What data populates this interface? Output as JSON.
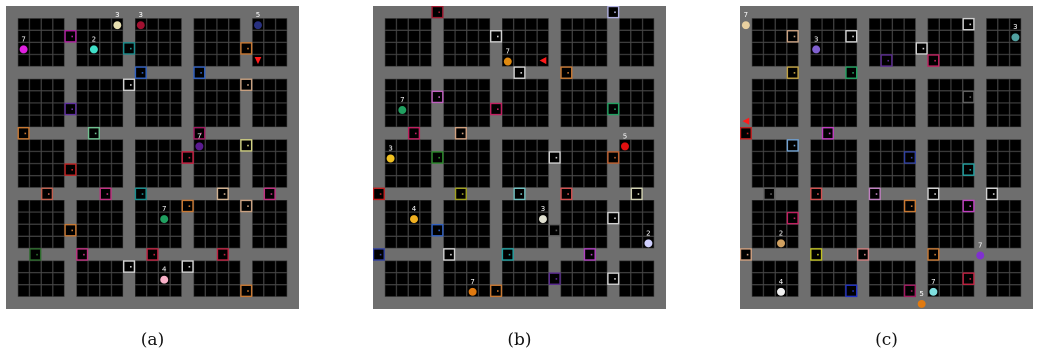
{
  "colors": {
    "wall": "#6e6e6e",
    "floor": "#000000",
    "grid": "#2f2f2f",
    "agent": "#ff1a1a",
    "label_bg": "#3c3c3c",
    "label_text": "#ffffff"
  },
  "panels": [
    {
      "caption": "(a)",
      "agent": {
        "c": 21,
        "r": 4,
        "dir": "down"
      },
      "doors": [
        {
          "c": 5,
          "r": 2,
          "color": "#b01fa0",
          "icon": "door-icon"
        },
        {
          "c": 10,
          "r": 3,
          "color": "#1a8c8c",
          "icon": "door-icon"
        },
        {
          "c": 11,
          "r": 5,
          "color": "#3060c0",
          "icon": "door-icon"
        },
        {
          "c": 20,
          "r": 3,
          "color": "#c87832",
          "icon": "door-icon"
        },
        {
          "c": 16,
          "r": 5,
          "color": "#3060c0",
          "icon": "door-icon"
        },
        {
          "c": 10,
          "r": 6,
          "color": "#d0d0d0",
          "icon": "door-icon"
        },
        {
          "c": 20,
          "r": 6,
          "color": "#c8a080",
          "icon": "door-icon"
        },
        {
          "c": 5,
          "r": 8,
          "color": "#6030a0",
          "icon": "door-icon"
        },
        {
          "c": 1,
          "r": 10,
          "color": "#c87832",
          "icon": "door-icon"
        },
        {
          "c": 7,
          "r": 10,
          "color": "#70c090",
          "icon": "door-icon"
        },
        {
          "c": 15,
          "r": 12,
          "color": "#c02040",
          "icon": "door-icon"
        },
        {
          "c": 20,
          "r": 11,
          "color": "#d0d080",
          "icon": "door-icon"
        },
        {
          "c": 5,
          "r": 13,
          "color": "#c02020",
          "icon": "door-icon"
        },
        {
          "c": 3,
          "r": 15,
          "color": "#c06050",
          "icon": "door-icon"
        },
        {
          "c": 8,
          "r": 15,
          "color": "#c03080",
          "icon": "door-icon"
        },
        {
          "c": 11,
          "r": 15,
          "color": "#1a8c8c",
          "icon": "door-icon"
        },
        {
          "c": 18,
          "r": 15,
          "color": "#d0b090",
          "icon": "door-icon"
        },
        {
          "c": 22,
          "r": 15,
          "color": "#c03080",
          "icon": "door-icon"
        },
        {
          "c": 15,
          "r": 16,
          "color": "#c87832",
          "icon": "door-icon"
        },
        {
          "c": 20,
          "r": 16,
          "color": "#c8a080",
          "icon": "door-icon"
        },
        {
          "c": 5,
          "r": 18,
          "color": "#c87832",
          "icon": "door-icon"
        },
        {
          "c": 2,
          "r": 20,
          "color": "#2a6a2a",
          "icon": "door-icon"
        },
        {
          "c": 6,
          "r": 20,
          "color": "#c03080",
          "icon": "door-icon"
        },
        {
          "c": 12,
          "r": 20,
          "color": "#c02040",
          "icon": "door-icon"
        },
        {
          "c": 18,
          "r": 20,
          "color": "#c02040",
          "icon": "door-icon"
        },
        {
          "c": 15,
          "r": 21,
          "color": "#d0d0d0",
          "icon": "door-icon"
        },
        {
          "c": 10,
          "r": 21,
          "color": "#d0d0d0",
          "icon": "door-icon"
        },
        {
          "c": 16,
          "r": 10,
          "color": "#a01a60",
          "icon": "door-icon"
        },
        {
          "c": 20,
          "r": 23,
          "color": "#c87832",
          "icon": "door-icon"
        },
        {
          "c": 15,
          "r": 12,
          "color": "#c02040",
          "icon": "door-icon"
        }
      ],
      "balls": [
        {
          "c": 1,
          "r": 3,
          "color": "#e020e0",
          "label": "7"
        },
        {
          "c": 9,
          "r": 1,
          "color": "#e8e0b0",
          "label": "3"
        },
        {
          "c": 11,
          "r": 1,
          "color": "#a01030",
          "label": "3"
        },
        {
          "c": 21,
          "r": 1,
          "color": "#283080",
          "label": "5"
        },
        {
          "c": 7,
          "r": 3,
          "color": "#40e0c8",
          "label": "2"
        },
        {
          "c": 16,
          "r": 11,
          "color": "#5a1a90",
          "label": "7"
        },
        {
          "c": 13,
          "r": 17,
          "color": "#20a060",
          "label": "7"
        },
        {
          "c": 13,
          "r": 22,
          "color": "#f8b0c8",
          "label": "4"
        }
      ]
    },
    {
      "caption": "(b)",
      "agent": {
        "c": 14,
        "r": 4,
        "dir": "left"
      },
      "doors": [
        {
          "c": 5,
          "r": 0,
          "color": "#a01a30",
          "icon": "door-icon"
        },
        {
          "c": 10,
          "r": 2,
          "color": "#d0d0d0",
          "icon": "door-icon"
        },
        {
          "c": 20,
          "r": 0,
          "color": "#b0b0e0",
          "icon": "door-icon"
        },
        {
          "c": 12,
          "r": 5,
          "color": "#d0d0d0",
          "icon": "door-icon"
        },
        {
          "c": 16,
          "r": 5,
          "color": "#c87832",
          "icon": "door-icon"
        },
        {
          "c": 5,
          "r": 7,
          "color": "#c060c0",
          "icon": "door-icon"
        },
        {
          "c": 10,
          "r": 8,
          "color": "#c02060",
          "icon": "door-icon"
        },
        {
          "c": 20,
          "r": 8,
          "color": "#20a060",
          "icon": "door-icon"
        },
        {
          "c": 3,
          "r": 10,
          "color": "#c02060",
          "icon": "door-icon"
        },
        {
          "c": 7,
          "r": 10,
          "color": "#d0a080",
          "icon": "door-icon"
        },
        {
          "c": 5,
          "r": 12,
          "color": "#2a8a2a",
          "icon": "door-icon"
        },
        {
          "c": 15,
          "r": 12,
          "color": "#d0d0d0",
          "icon": "door-icon"
        },
        {
          "c": 20,
          "r": 12,
          "color": "#c06030",
          "icon": "door-icon"
        },
        {
          "c": 0,
          "r": 15,
          "color": "#c02020",
          "icon": "door-icon"
        },
        {
          "c": 7,
          "r": 15,
          "color": "#a0a020",
          "icon": "door-icon"
        },
        {
          "c": 12,
          "r": 15,
          "color": "#70c0c0",
          "icon": "door-icon"
        },
        {
          "c": 16,
          "r": 15,
          "color": "#d05050",
          "icon": "door-icon"
        },
        {
          "c": 22,
          "r": 15,
          "color": "#d0d0b0",
          "icon": "door-icon"
        },
        {
          "c": 5,
          "r": 18,
          "color": "#3060c0",
          "icon": "door-icon"
        },
        {
          "c": 15,
          "r": 18,
          "color": "#606060",
          "icon": "door-icon"
        },
        {
          "c": 20,
          "r": 17,
          "color": "#d0d0d0",
          "icon": "door-icon"
        },
        {
          "c": 0,
          "r": 20,
          "color": "#3040a0",
          "icon": "door-icon"
        },
        {
          "c": 6,
          "r": 20,
          "color": "#d0d0d0",
          "icon": "door-icon"
        },
        {
          "c": 11,
          "r": 20,
          "color": "#20a0a0",
          "icon": "door-icon"
        },
        {
          "c": 18,
          "r": 20,
          "color": "#b040c0",
          "icon": "door-icon"
        },
        {
          "c": 15,
          "r": 22,
          "color": "#5a2a90",
          "icon": "door-icon"
        },
        {
          "c": 10,
          "r": 23,
          "color": "#c87832",
          "icon": "door-icon"
        },
        {
          "c": 20,
          "r": 22,
          "color": "#d0d0d0",
          "icon": "door-icon"
        }
      ],
      "balls": [
        {
          "c": 11,
          "r": 4,
          "color": "#e08a10",
          "label": "7"
        },
        {
          "c": 2,
          "r": 8,
          "color": "#20a060",
          "label": "7"
        },
        {
          "c": 1,
          "r": 12,
          "color": "#f0c020",
          "label": "3"
        },
        {
          "c": 21,
          "r": 11,
          "color": "#e01010",
          "label": "5"
        },
        {
          "c": 3,
          "r": 17,
          "color": "#f0b020",
          "label": "4"
        },
        {
          "c": 14,
          "r": 17,
          "color": "#e0e0d0",
          "label": "3"
        },
        {
          "c": 23,
          "r": 19,
          "color": "#d0d0ff",
          "label": "2"
        },
        {
          "c": 8,
          "r": 23,
          "color": "#e07a10",
          "label": "7"
        }
      ]
    },
    {
      "caption": "(c)",
      "agent": {
        "c": 0,
        "r": 9,
        "dir": "left"
      },
      "doors": [
        {
          "c": 19,
          "r": 1,
          "color": "#d0d0d0",
          "icon": "door-icon"
        },
        {
          "c": 4,
          "r": 2,
          "color": "#c8a080",
          "icon": "door-icon"
        },
        {
          "c": 9,
          "r": 2,
          "color": "#d0d0d0",
          "icon": "door-icon"
        },
        {
          "c": 15,
          "r": 3,
          "color": "#d0d0d0",
          "icon": "door-icon"
        },
        {
          "c": 12,
          "r": 4,
          "color": "#5a2a90",
          "icon": "door-icon"
        },
        {
          "c": 16,
          "r": 4,
          "color": "#c02060",
          "icon": "door-icon"
        },
        {
          "c": 4,
          "r": 5,
          "color": "#c0a040",
          "icon": "door-icon"
        },
        {
          "c": 9,
          "r": 5,
          "color": "#20a060",
          "icon": "door-icon"
        },
        {
          "c": 19,
          "r": 7,
          "color": "#606060",
          "icon": "door-icon"
        },
        {
          "c": 0,
          "r": 10,
          "color": "#c02020",
          "icon": "door-icon"
        },
        {
          "c": 7,
          "r": 10,
          "color": "#c040c0",
          "icon": "door-icon"
        },
        {
          "c": 4,
          "r": 11,
          "color": "#70a0d0",
          "icon": "door-icon"
        },
        {
          "c": 14,
          "r": 12,
          "color": "#3040a0",
          "icon": "door-icon"
        },
        {
          "c": 19,
          "r": 13,
          "color": "#20a0a0",
          "icon": "door-icon"
        },
        {
          "c": 2,
          "r": 15,
          "color": "#606060",
          "icon": "door-icon"
        },
        {
          "c": 6,
          "r": 15,
          "color": "#d05050",
          "icon": "door-icon"
        },
        {
          "c": 11,
          "r": 15,
          "color": "#c080c0",
          "icon": "door-icon"
        },
        {
          "c": 16,
          "r": 15,
          "color": "#d0d0d0",
          "icon": "door-icon"
        },
        {
          "c": 21,
          "r": 15,
          "color": "#d0d0d0",
          "icon": "door-icon"
        },
        {
          "c": 14,
          "r": 16,
          "color": "#c87832",
          "icon": "door-icon"
        },
        {
          "c": 19,
          "r": 16,
          "color": "#c040c0",
          "icon": "door-icon"
        },
        {
          "c": 4,
          "r": 17,
          "color": "#c02060",
          "icon": "door-icon"
        },
        {
          "c": 0,
          "r": 20,
          "color": "#d0a080",
          "icon": "door-icon"
        },
        {
          "c": 6,
          "r": 20,
          "color": "#c0c020",
          "icon": "door-icon"
        },
        {
          "c": 10,
          "r": 20,
          "color": "#d08080",
          "icon": "door-icon"
        },
        {
          "c": 16,
          "r": 20,
          "color": "#c87832",
          "icon": "door-icon"
        },
        {
          "c": 9,
          "r": 23,
          "color": "#2030c0",
          "icon": "door-icon"
        },
        {
          "c": 14,
          "r": 23,
          "color": "#a01a60",
          "icon": "door-icon"
        },
        {
          "c": 19,
          "r": 22,
          "color": "#c02040",
          "icon": "door-icon"
        }
      ],
      "balls": [
        {
          "c": 0,
          "r": 1,
          "color": "#e8d0a0",
          "label": "7"
        },
        {
          "c": 6,
          "r": 3,
          "color": "#8060d0",
          "label": "3"
        },
        {
          "c": 23,
          "r": 2,
          "color": "#50a0a0",
          "label": "3"
        },
        {
          "c": 3,
          "r": 19,
          "color": "#d0a060",
          "label": "2"
        },
        {
          "c": 20,
          "r": 20,
          "color": "#8030d0",
          "label": "7"
        },
        {
          "c": 3,
          "r": 23,
          "color": "#f0f0f0",
          "label": "4"
        },
        {
          "c": 16,
          "r": 23,
          "color": "#80e0e0",
          "label": "7"
        },
        {
          "c": 15,
          "r": 24,
          "color": "#e07a10",
          "label": "5"
        }
      ]
    }
  ]
}
